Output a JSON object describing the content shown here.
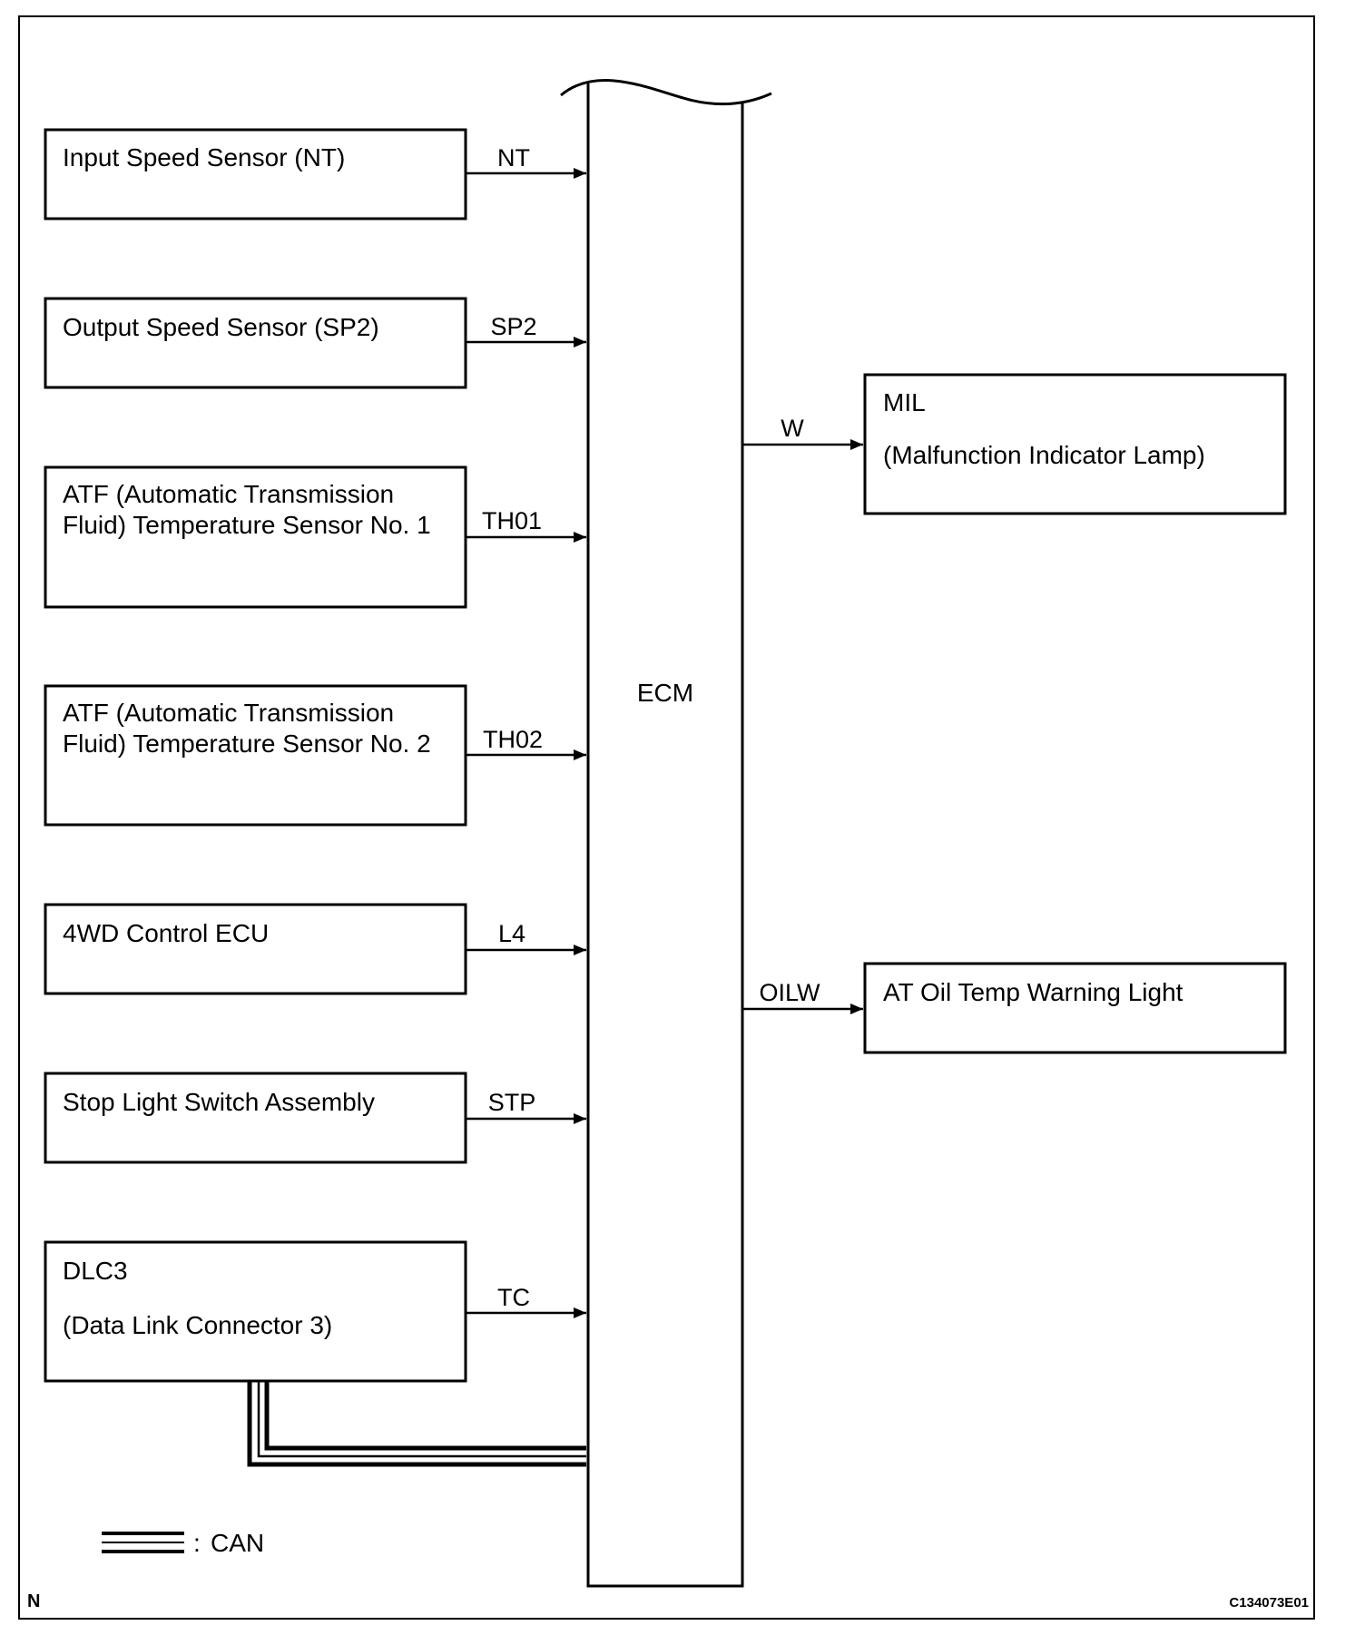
{
  "ecm": {
    "label": "ECM"
  },
  "inputs": [
    {
      "id": "input-speed-sensor",
      "lines": [
        "Input Speed Sensor (NT)"
      ],
      "signal": "NT"
    },
    {
      "id": "output-speed-sensor",
      "lines": [
        "Output Speed Sensor (SP2)"
      ],
      "signal": "SP2"
    },
    {
      "id": "atf-temp-sensor-1",
      "lines": [
        "ATF (Automatic Transmission",
        "Fluid) Temperature Sensor No. 1"
      ],
      "signal": "TH01"
    },
    {
      "id": "atf-temp-sensor-2",
      "lines": [
        "ATF (Automatic Transmission",
        "Fluid) Temperature Sensor No. 2"
      ],
      "signal": "TH02"
    },
    {
      "id": "4wd-control-ecu",
      "lines": [
        "4WD Control ECU"
      ],
      "signal": "L4"
    },
    {
      "id": "stop-light-switch",
      "lines": [
        "Stop Light Switch Assembly"
      ],
      "signal": "STP"
    },
    {
      "id": "dlc3",
      "lines": [
        "DLC3",
        "(Data Link Connector 3)"
      ],
      "signal": "TC"
    }
  ],
  "outputs": [
    {
      "id": "mil",
      "lines": [
        "MIL",
        "(Malfunction Indicator Lamp)"
      ],
      "signal": "W"
    },
    {
      "id": "at-oil-temp-warning-light",
      "lines": [
        "AT Oil Temp Warning Light"
      ],
      "signal": "OILW"
    }
  ],
  "legend": {
    "separator": ":",
    "label": "CAN"
  },
  "corner_label": "N",
  "figure_code": "C134073E01"
}
